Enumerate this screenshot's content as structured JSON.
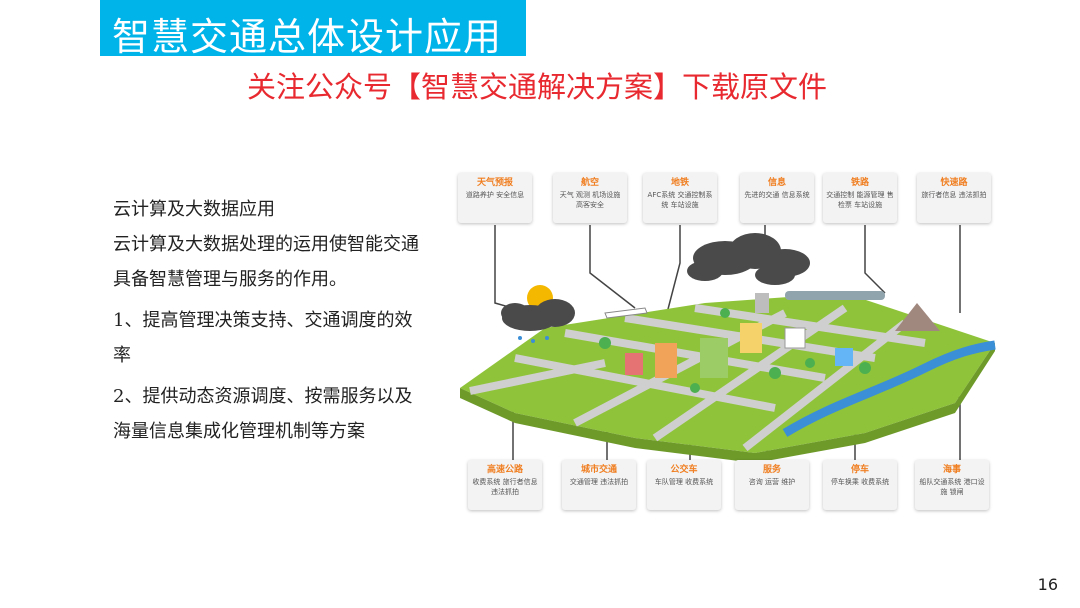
{
  "header": {
    "title": "智慧交通总体设计应用",
    "subtitle": "关注公众号【智慧交通解决方案】下载原文件"
  },
  "body": {
    "heading": "云计算及大数据应用",
    "paragraph": "云计算及大数据处理的运用使智能交通具备智慧管理与服务的作用。",
    "item1": "1、提高管理决策支持、交通调度的效率",
    "item2": "2、提供动态资源调度、按需服务以及海量信息集成化管理机制等方案"
  },
  "diagram": {
    "top_categories": [
      {
        "title": "天气预报",
        "desc": "道路养护 安全信息"
      },
      {
        "title": "航空",
        "desc": "天气 观测 机场设施 高客安全"
      },
      {
        "title": "地铁",
        "desc": "AFC系统 交通控制系统 车站设施"
      },
      {
        "title": "信息",
        "desc": "先进的交通 信息系统"
      },
      {
        "title": "铁路",
        "desc": "交通控制 能源管理 售检票 车站设施"
      },
      {
        "title": "快速路",
        "desc": "旅行者信息 违法抓拍"
      }
    ],
    "bottom_categories": [
      {
        "title": "高速公路",
        "desc": "收费系统 旅行者信息 违法抓拍"
      },
      {
        "title": "城市交通",
        "desc": "交通管理 违法抓拍"
      },
      {
        "title": "公交车",
        "desc": "车队管理 收费系统"
      },
      {
        "title": "服务",
        "desc": "咨询 运营 维护"
      },
      {
        "title": "停车",
        "desc": "停车换乘 收费系统"
      },
      {
        "title": "海事",
        "desc": "船队交通系统 港口设施 锁闸"
      }
    ],
    "colors": {
      "title_bar": "#00b4ea",
      "subtitle": "#e8292f",
      "category_title": "#f07f22",
      "grass": "#8fc43a"
    }
  },
  "footer": {
    "page_number": "16"
  }
}
